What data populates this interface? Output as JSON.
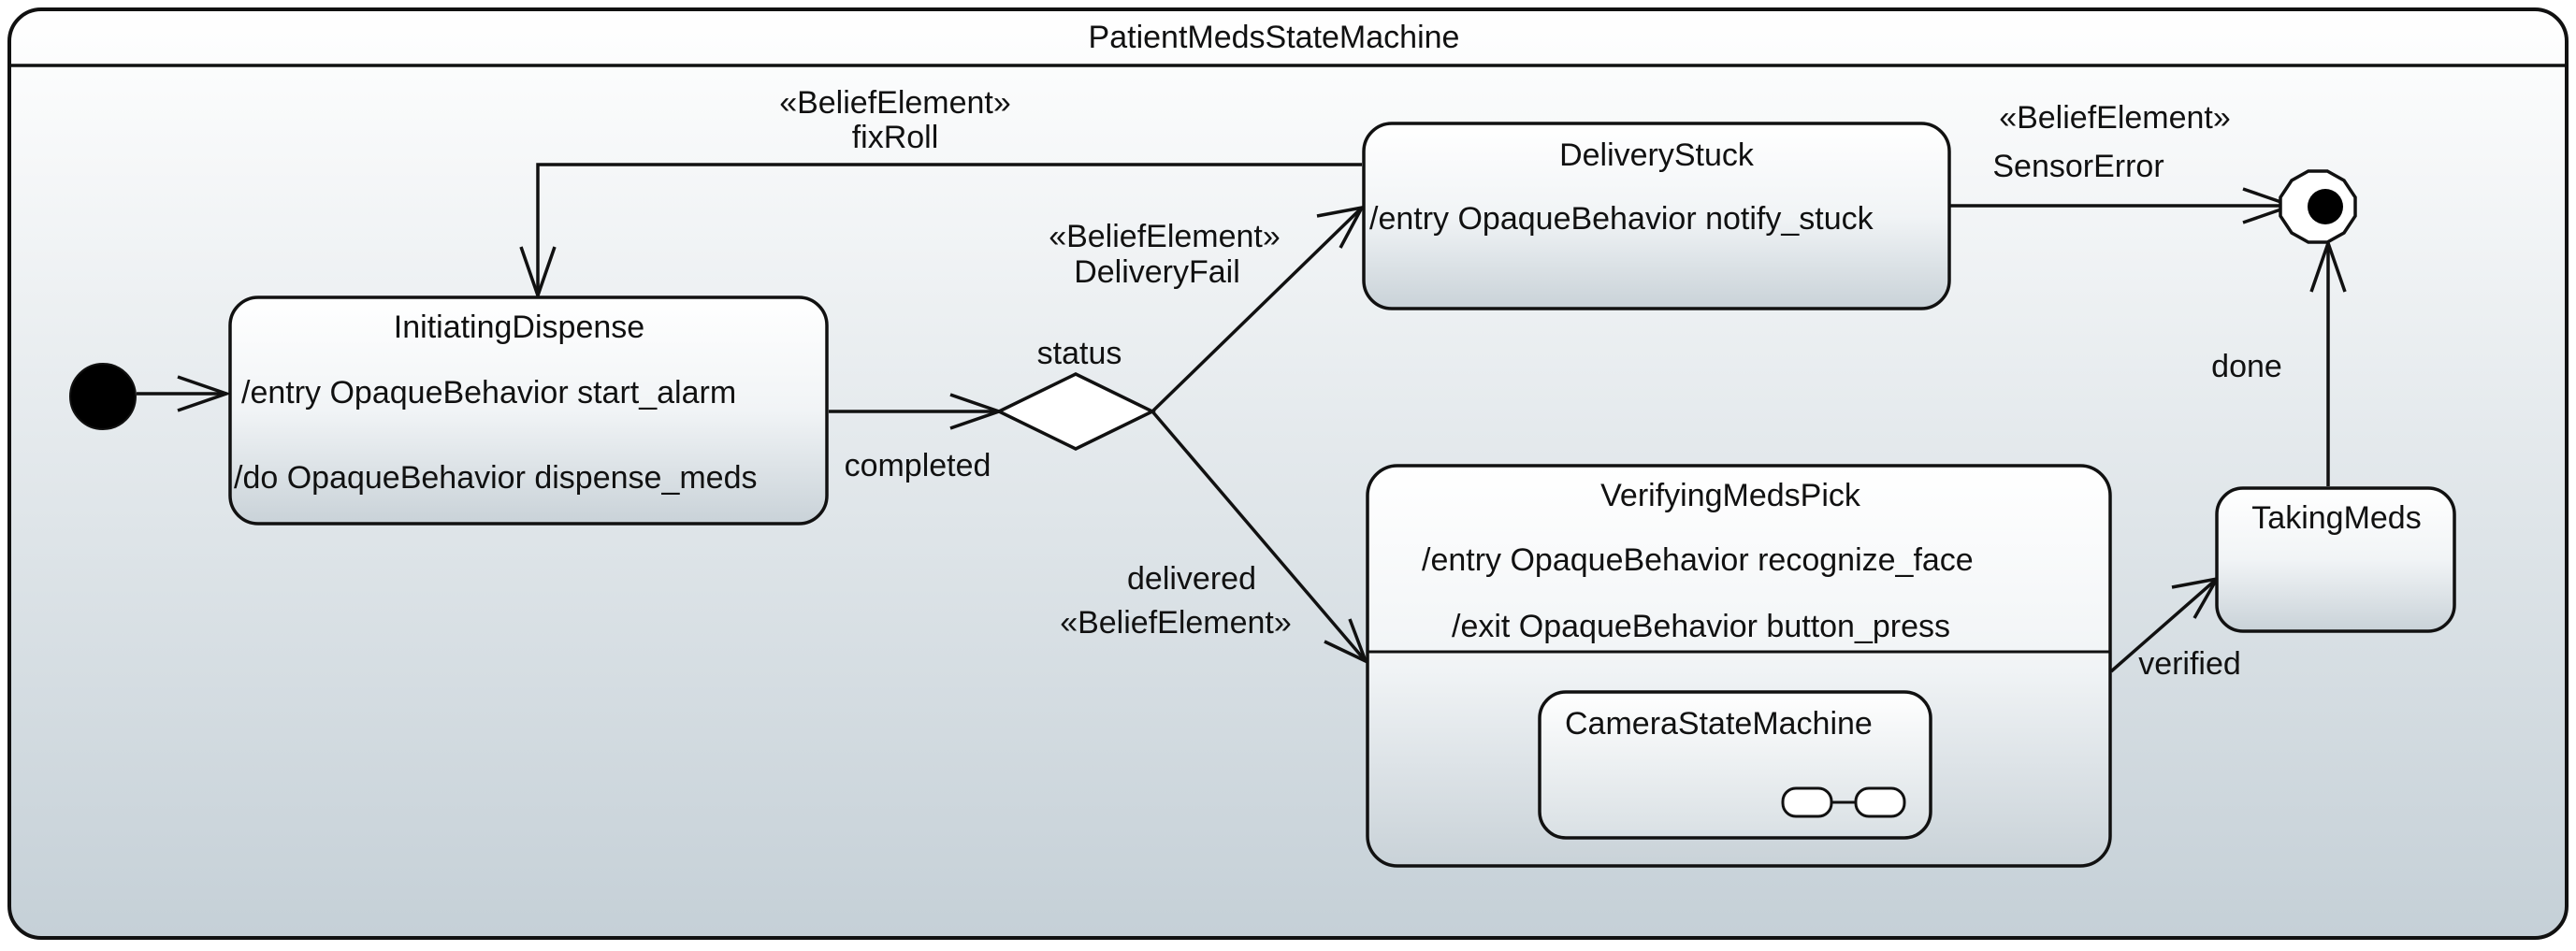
{
  "diagram": {
    "title": "PatientMedsStateMachine",
    "states": {
      "initiating_dispense": {
        "name": "InitiatingDispense",
        "entry": "/entry OpaqueBehavior start_alarm",
        "do": "/do OpaqueBehavior dispense_meds"
      },
      "delivery_stuck": {
        "name": "DeliveryStuck",
        "entry": "/entry OpaqueBehavior notify_stuck"
      },
      "verifying_meds_pick": {
        "name": "VerifyingMedsPick",
        "entry": "/entry OpaqueBehavior recognize_face",
        "exit": "/exit OpaqueBehavior button_press",
        "submachine": "CameraStateMachine"
      },
      "taking_meds": {
        "name": "TakingMeds"
      }
    },
    "choice": {
      "label": "status"
    },
    "transitions": {
      "fix_roll": {
        "stereotype": "«BeliefElement»",
        "name": "fixRoll"
      },
      "completed": {
        "name": "completed"
      },
      "delivery_fail": {
        "stereotype": "«BeliefElement»",
        "name": "DeliveryFail"
      },
      "delivered": {
        "name": "delivered",
        "stereotype": "«BeliefElement»"
      },
      "sensor_error": {
        "stereotype": "«BeliefElement»",
        "name": "SensorError"
      },
      "verified": {
        "name": "verified"
      },
      "done": {
        "name": "done"
      }
    }
  }
}
